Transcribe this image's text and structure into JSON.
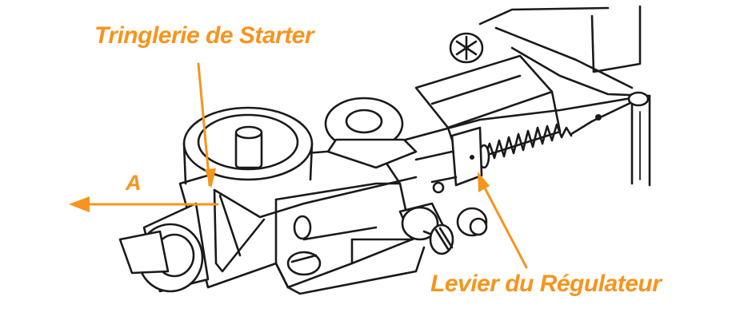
{
  "labels": {
    "choke_linkage": "Tringlerie de Starter",
    "direction_marker": "A",
    "governor_lever": "Levier du Régulateur"
  },
  "colors": {
    "callout": "#f7941d",
    "line_art": "#1a1a1a",
    "background": "#ffffff"
  }
}
